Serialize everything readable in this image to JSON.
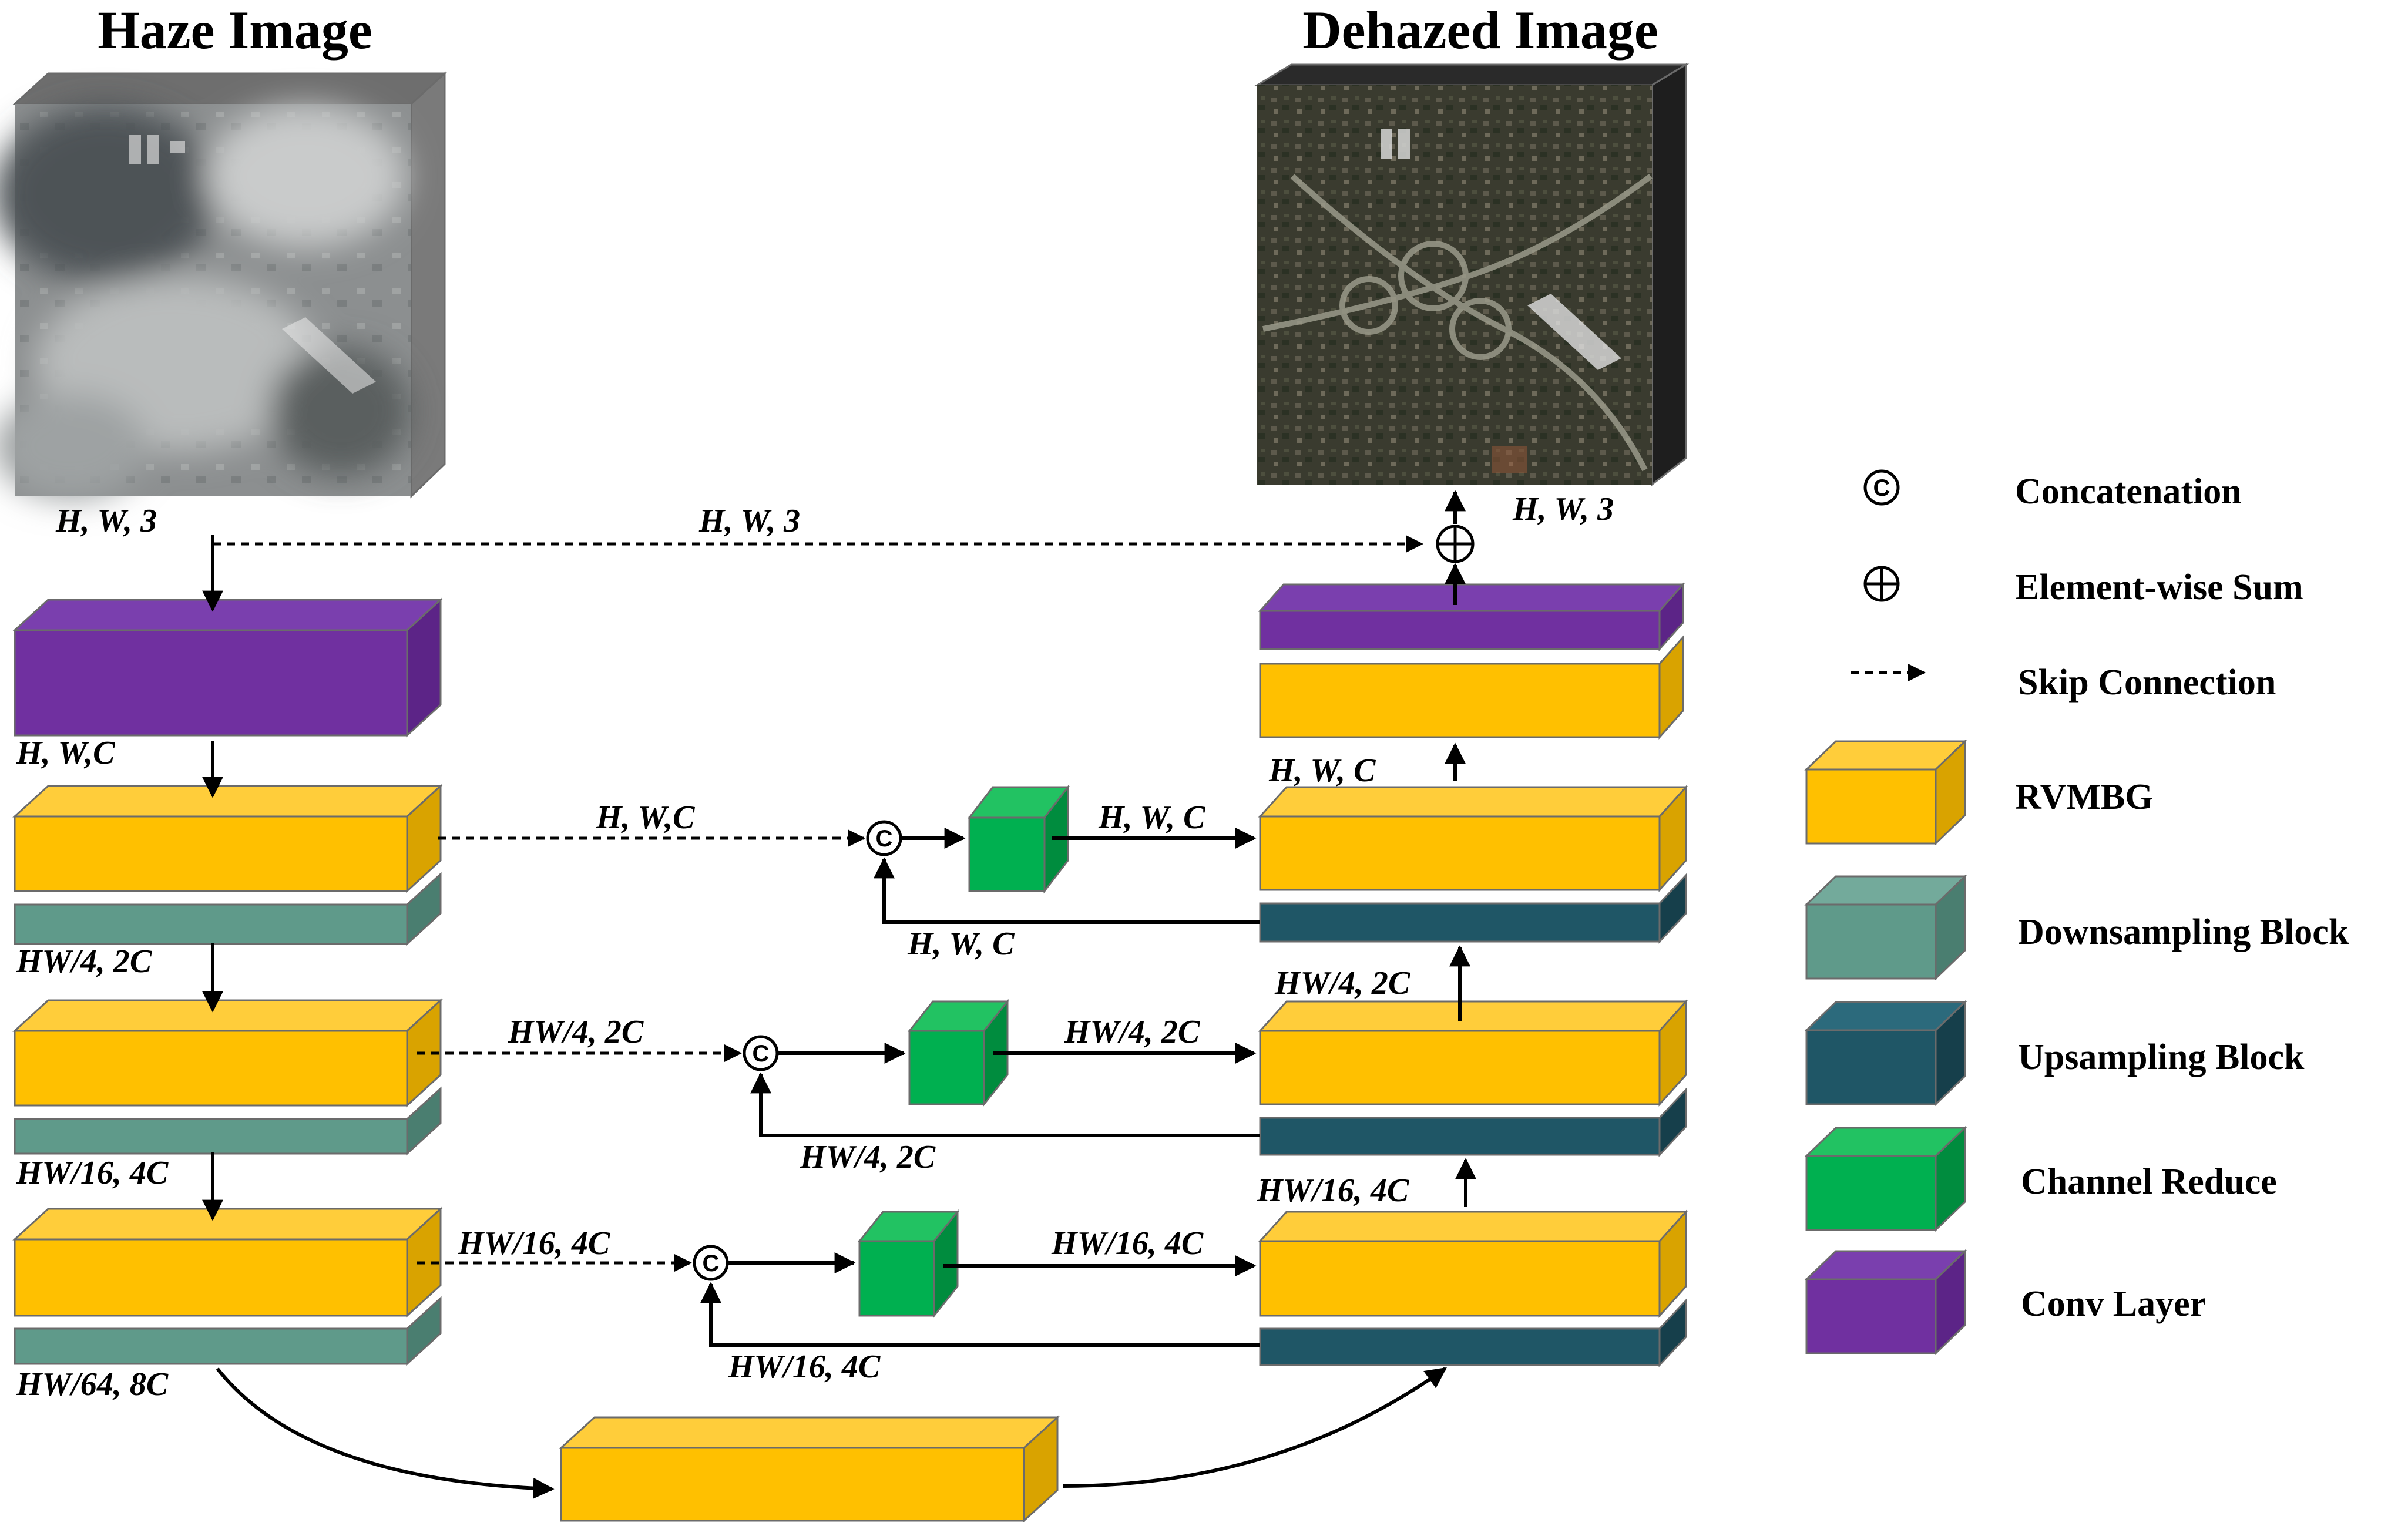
{
  "titles": {
    "input": "Haze Image",
    "output": "Dehazed Image"
  },
  "dims": {
    "input": "H, W, 3",
    "skip_top": "H, W, 3",
    "output": "H, W, 3",
    "conv_out": "H, W,C",
    "skip1": "H, W,C",
    "down1": "HW/4, 2C",
    "skip2": "HW/4, 2C",
    "down2": "HW/16, 4C",
    "skip3": "HW/16, 4C",
    "down3": "HW/64, 8C",
    "dec1_in": "H, W, C",
    "dec1_above": "H, W, C",
    "up1_back": "H, W, C",
    "dec2_in": "HW/4, 2C",
    "dec2_above": "HW/4, 2C",
    "up2_back": "HW/4, 2C",
    "dec3_in": "HW/16, 4C",
    "dec3_above": "HW/16, 4C",
    "up3_back": "HW/16, 4C"
  },
  "legend": {
    "concat": "Concatenation",
    "sum": "Element-wise Sum",
    "skip": "Skip Connection",
    "rvmbg": "RVMBG",
    "down": "Downsampling Block",
    "up": "Upsampling Block",
    "reduce": "Channel Reduce",
    "conv": "Conv Layer"
  },
  "concat_symbol": "C",
  "colors": {
    "rvmbg": "#FFC000",
    "downsampling": "#5F9A8A",
    "upsampling": "#1F5666",
    "channel_reduce": "#00B050",
    "conv": "#7030A0",
    "input_side": "#6E6E6E",
    "output_side": "#222222"
  }
}
